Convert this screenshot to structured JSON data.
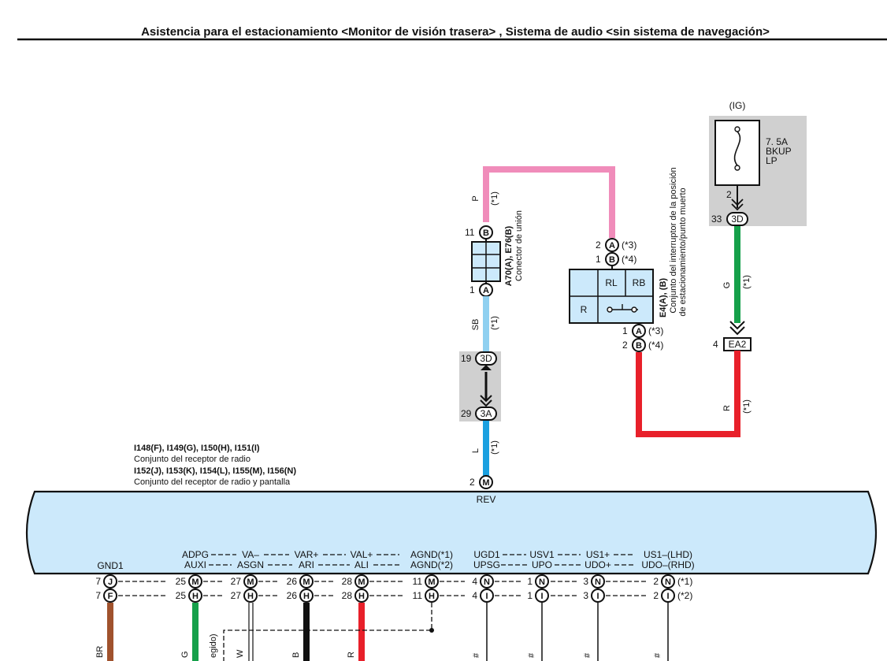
{
  "header": {
    "title": "Asistencia para el estacionamiento <Monitor de visión trasera> , Sistema de audio <sin sistema de navegación>"
  },
  "fuse": {
    "supply": "(IG)",
    "rating": "7. 5A",
    "name_1": "BKUP",
    "name_2": "LP",
    "pin_top": "2",
    "connector_pin": "33",
    "connector": "3D"
  },
  "wires": {
    "p": "P",
    "sb": "SB",
    "l": "L",
    "g": "G",
    "r": "R",
    "note_1": "(*1)"
  },
  "junction_connector": {
    "id": "A70(A), E76(B)",
    "name": "Conector de unión",
    "top_pin": "11",
    "top_conn": "B",
    "bottom_pin": "1",
    "bottom_conn": "A"
  },
  "relay_connector": {
    "upper_pin": "19",
    "upper_conn": "3D",
    "lower_pin": "29",
    "lower_conn": "3A"
  },
  "switch": {
    "id": "E4(A), (B)",
    "name_1": "Conjunto del interruptor de la posición",
    "name_2": "de estacionamiento/punto muerto",
    "top_a_pin": "2",
    "top_a_conn": "A",
    "top_a_note": "(*3)",
    "top_b_pin": "1",
    "top_b_conn": "B",
    "top_b_note": "(*4)",
    "bottom_a_pin": "1",
    "bottom_a_conn": "A",
    "bottom_a_note": "(*3)",
    "bottom_b_pin": "2",
    "bottom_b_conn": "B",
    "bottom_b_note": "(*4)",
    "cell_rl": "RL",
    "cell_rb": "RB",
    "cell_r": "R"
  },
  "ea2": {
    "pin": "4",
    "label": "EA2"
  },
  "radio": {
    "ids_1": "I148(F), I149(G), I150(H), I151(I)",
    "name_1": "Conjunto del receptor de radio",
    "ids_2": "I152(J), I153(K), I154(L), I155(M), I156(N)",
    "name_2": "Conjunto del receptor de radio y pantalla",
    "rev_pin": "2",
    "rev_conn": "M",
    "rev_label": "REV",
    "gnd_label": "GND1",
    "labels_top": [
      "ADPG",
      "VA–",
      "VAR+",
      "VAL+",
      "AGND(*1)",
      "UGD1",
      "USV1",
      "US1+",
      "US1–(LHD)"
    ],
    "labels_bottom": [
      "AUXI",
      "ASGN",
      "ARI",
      "ALI",
      "AGND(*2)",
      "UPSG",
      "UPO",
      "UDO+",
      "UDO–(RHD)"
    ],
    "row1_pins": [
      "7",
      "25",
      "27",
      "26",
      "28",
      "11",
      "4",
      "1",
      "3",
      "2"
    ],
    "row1_conns": [
      "J",
      "M",
      "M",
      "M",
      "M",
      "M",
      "N",
      "N",
      "N",
      "N"
    ],
    "row2_pins": [
      "7",
      "25",
      "27",
      "26",
      "28",
      "11",
      "4",
      "1",
      "3",
      "2"
    ],
    "row2_conns": [
      "F",
      "H",
      "H",
      "H",
      "H",
      "H",
      "I",
      "I",
      "I",
      "I"
    ],
    "note_row1": "(*1)",
    "note_row2": "(*2)"
  },
  "bottom_wires": [
    "BR",
    "G",
    "egido)",
    "W",
    "B",
    "R",
    "#",
    "#",
    "#",
    "#"
  ],
  "colors": {
    "pink": "#f08cba",
    "sky": "#8fd0f0",
    "blue": "#1aa0e0",
    "green": "#15a04a",
    "red": "#e8202a",
    "brown": "#a0522d",
    "black": "#111111",
    "gray_box": "#d0d0d0",
    "panel_fill": "#cce9fb"
  }
}
